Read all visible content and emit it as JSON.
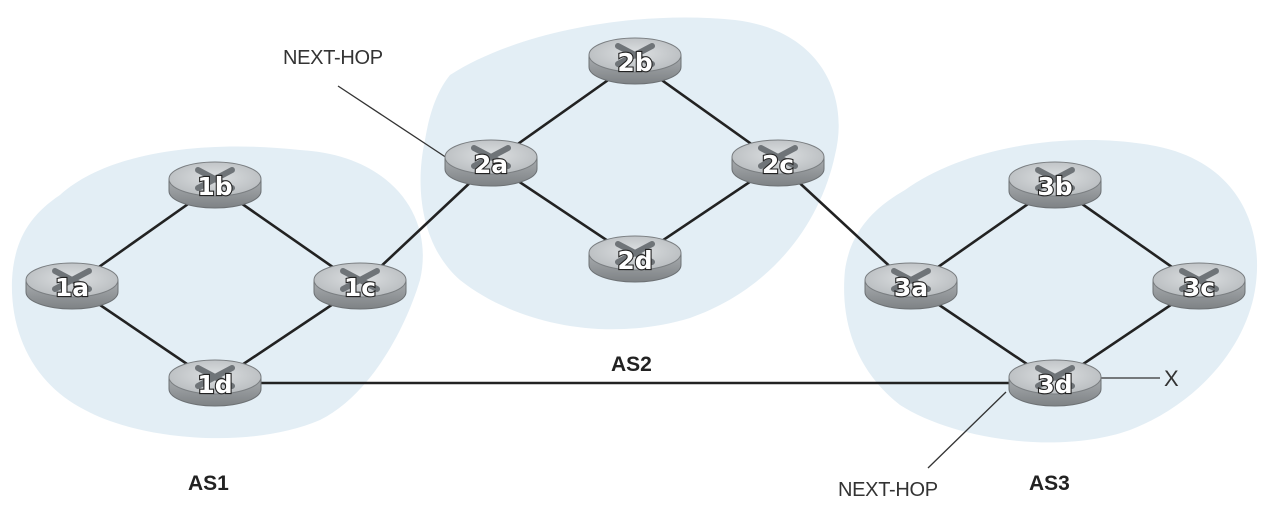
{
  "colors": {
    "as_fill": "#e3eef5",
    "link": "#222222",
    "router_top": "#c9cccf",
    "router_side": "#8f9396",
    "router_x": "#6f7478"
  },
  "autonomous_systems": [
    {
      "id": "as1",
      "label": "AS1"
    },
    {
      "id": "as2",
      "label": "AS2"
    },
    {
      "id": "as3",
      "label": "AS3"
    }
  ],
  "routers": [
    {
      "id": "1a",
      "label": "1a",
      "as": "AS1"
    },
    {
      "id": "1b",
      "label": "1b",
      "as": "AS1"
    },
    {
      "id": "1c",
      "label": "1c",
      "as": "AS1"
    },
    {
      "id": "1d",
      "label": "1d",
      "as": "AS1"
    },
    {
      "id": "2a",
      "label": "2a",
      "as": "AS2"
    },
    {
      "id": "2b",
      "label": "2b",
      "as": "AS2"
    },
    {
      "id": "2c",
      "label": "2c",
      "as": "AS2"
    },
    {
      "id": "2d",
      "label": "2d",
      "as": "AS2"
    },
    {
      "id": "3a",
      "label": "3a",
      "as": "AS3"
    },
    {
      "id": "3b",
      "label": "3b",
      "as": "AS3"
    },
    {
      "id": "3c",
      "label": "3c",
      "as": "AS3"
    },
    {
      "id": "3d",
      "label": "3d",
      "as": "AS3"
    }
  ],
  "links": [
    [
      "1a",
      "1b"
    ],
    [
      "1b",
      "1c"
    ],
    [
      "1a",
      "1d"
    ],
    [
      "1d",
      "1c"
    ],
    [
      "1c",
      "2a"
    ],
    [
      "2a",
      "2b"
    ],
    [
      "2b",
      "2c"
    ],
    [
      "2a",
      "2d"
    ],
    [
      "2d",
      "2c"
    ],
    [
      "2c",
      "3a"
    ],
    [
      "3a",
      "3b"
    ],
    [
      "3b",
      "3c"
    ],
    [
      "3a",
      "3d"
    ],
    [
      "3d",
      "3c"
    ],
    [
      "1d",
      "3d"
    ]
  ],
  "annotations": {
    "next_hop_top": "NEXT-HOP",
    "next_hop_bottom": "NEXT-HOP",
    "destination": "X"
  }
}
